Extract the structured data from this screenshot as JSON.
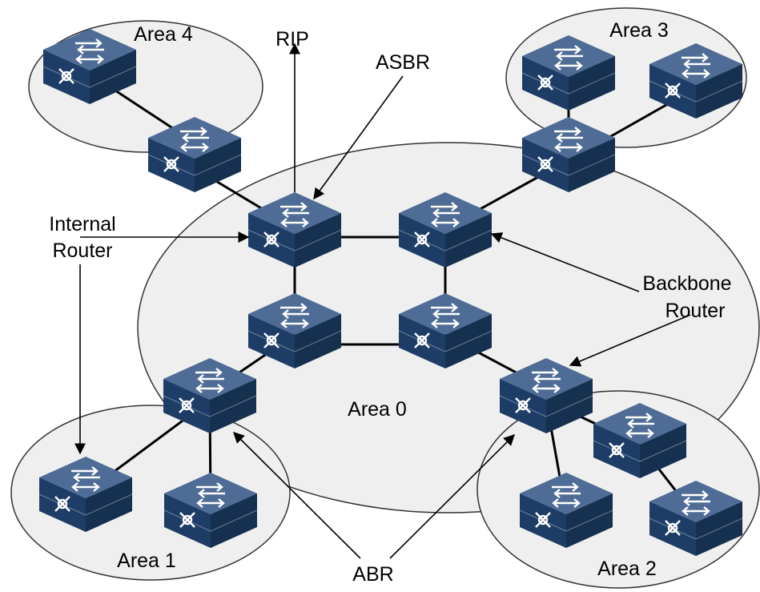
{
  "labels": {
    "area0": "Area 0",
    "area1": "Area 1",
    "area2": "Area 2",
    "area3": "Area 3",
    "area4": "Area 4",
    "rip": "RIP",
    "asbr": "ASBR",
    "internal_router_line1": "Internal",
    "internal_router_line2": "Router",
    "backbone_router_line1": "Backbone",
    "backbone_router_line2": "Router",
    "abr": "ABR"
  },
  "colors": {
    "router_top": "#4e6c95",
    "router_front": "#1e3d66",
    "router_side": "#16304f",
    "router_glyph": "#ffffff",
    "area_fill": "#efefef",
    "outline": "#333333",
    "link": "#000000"
  },
  "icons": {
    "router": "router-icon"
  }
}
